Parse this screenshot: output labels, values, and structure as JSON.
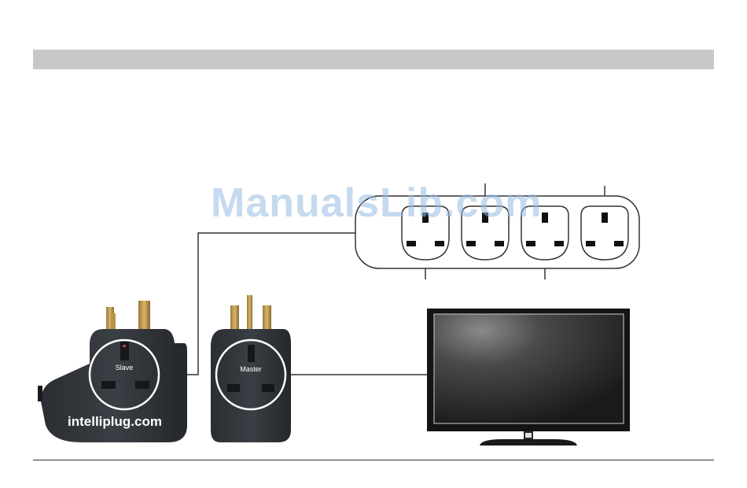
{
  "page": {
    "watermark": "ManualsLib.com"
  },
  "slave_plug": {
    "label": "Slave",
    "url_text": "intelliplug.com"
  },
  "master_plug": {
    "label": "Master"
  },
  "colors": {
    "header_bar": "#c8c8c8",
    "plug_body": "#2f3338",
    "outline": "#333333",
    "watermark": "#96b9e1"
  },
  "icons": [
    "slave-plug-icon",
    "master-plug-icon",
    "extension-strip-icon",
    "tv-icon"
  ]
}
